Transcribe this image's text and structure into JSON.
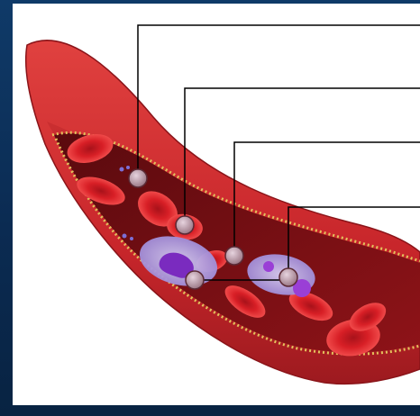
{
  "diagram": {
    "title": "",
    "labels": [],
    "colors": {
      "background_frame": "#0d2d52",
      "panel": "#ffffff",
      "vessel_wall": "#c8262b",
      "vessel_inner": "#7a0f14",
      "red_blood_cell": "#d81f26",
      "white_blood_cell": "#b9a7e3",
      "nucleus": "#7a2bbf",
      "marker": "#b79aa6",
      "leader_line": "#000000",
      "adventitia_dots": "#e3c15c"
    },
    "markers": [
      {
        "name": "marker-1",
        "kind": "plasma"
      },
      {
        "name": "marker-2",
        "kind": "red-blood-cell"
      },
      {
        "name": "marker-3",
        "kind": "platelet"
      },
      {
        "name": "marker-4",
        "kind": "white-blood-cell"
      }
    ]
  }
}
